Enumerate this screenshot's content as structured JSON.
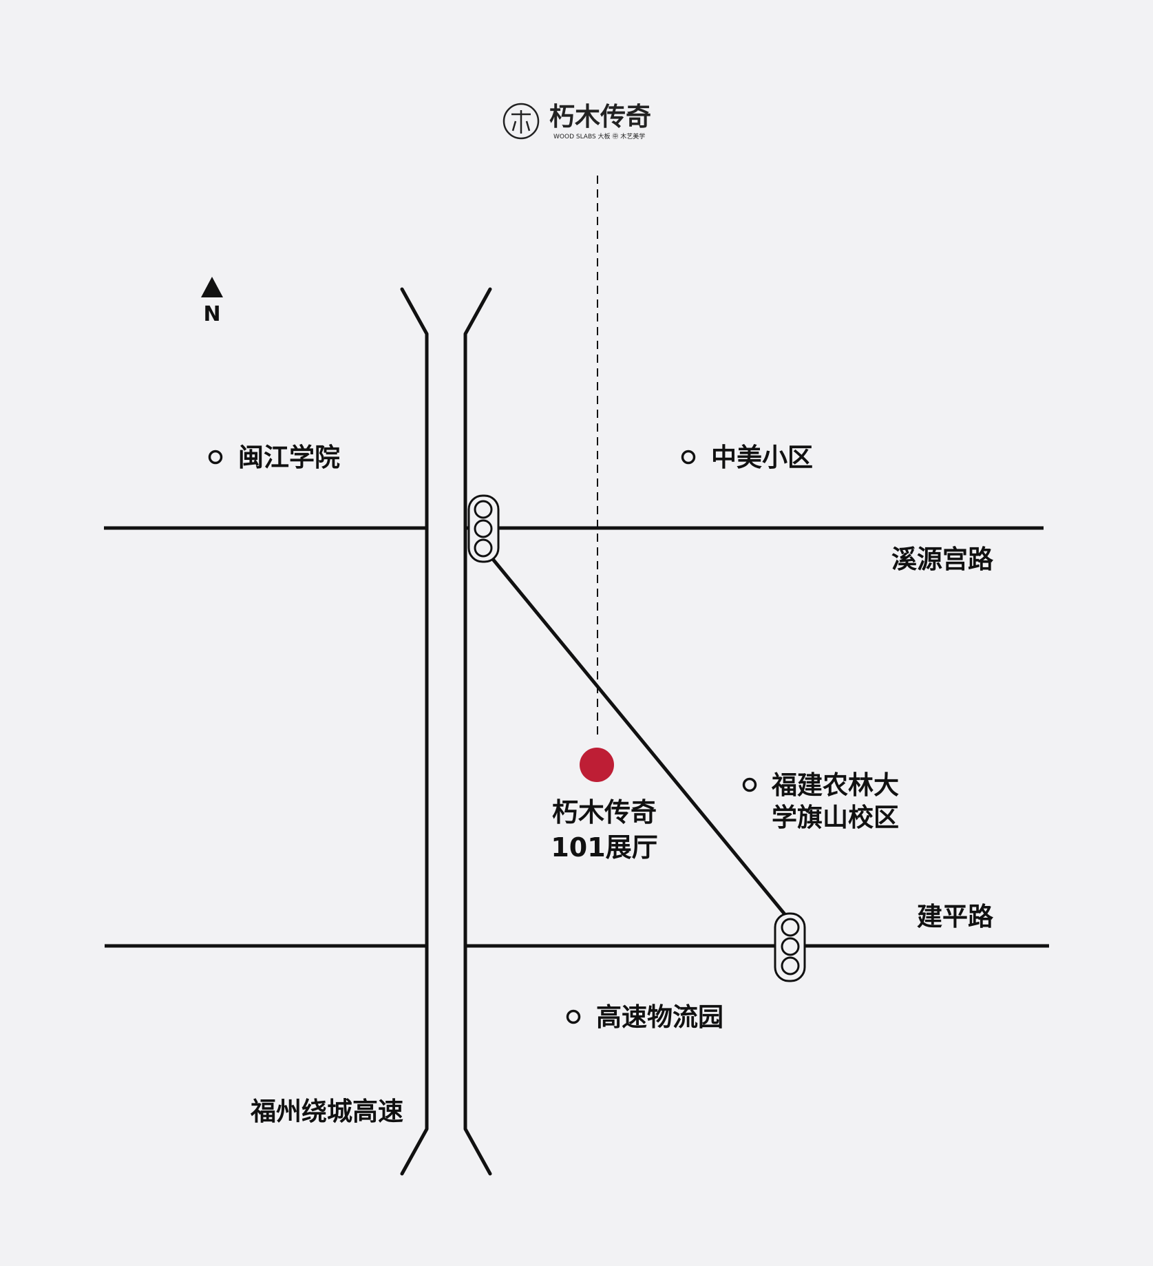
{
  "brand": {
    "name": "朽木传奇",
    "tagline": "WOOD SLABS 大板 ㊥ 木艺美学",
    "accent_color": "#be1e35",
    "line_color": "#111111",
    "background": "#f2f2f4"
  },
  "compass": {
    "label": "N"
  },
  "destination": {
    "line1": "朽木传奇",
    "line2": "101展厅"
  },
  "roads": {
    "horizontal_north": "溪源宫路",
    "horizontal_south": "建平路",
    "expressway": "福州绕城高速"
  },
  "landmarks": {
    "minjiang_college": "闽江学院",
    "zhongmei": "中美小区",
    "fafu_line1": "福建农林大",
    "fafu_line2": "学旗山校区",
    "logistics_park": "高速物流园"
  },
  "icons": {
    "north_arrow": "triangle-up-icon",
    "traffic_light": "traffic-light-icon",
    "poi_marker": "circle-marker-icon",
    "destination_marker": "red-dot-icon"
  }
}
